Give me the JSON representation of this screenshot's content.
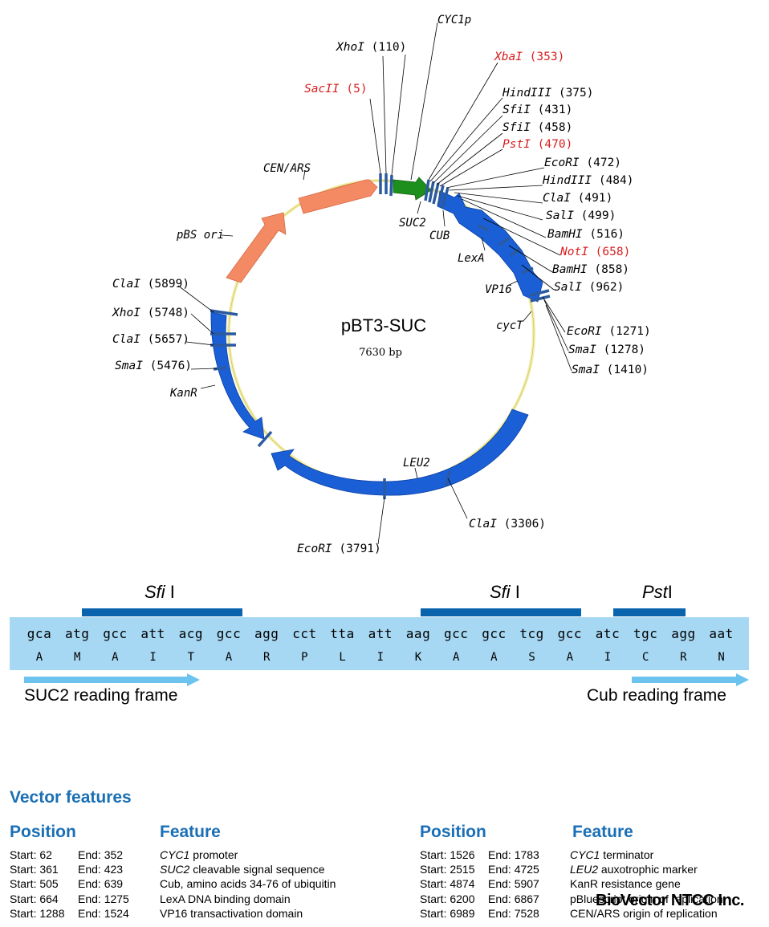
{
  "plasmid": {
    "name": "pBT3-SUC",
    "size_label": "7630 bp"
  },
  "features_on_map": [
    {
      "id": "cen",
      "label": "CEN/ARS",
      "color": "#f48a64"
    },
    {
      "id": "pbs",
      "label": "pBS ori",
      "color": "#f48a64"
    },
    {
      "id": "cyc1p",
      "label": "CYC1p",
      "color": "#000000"
    },
    {
      "id": "suc2",
      "label": "SUC2",
      "color": "#1a8a1a"
    },
    {
      "id": "cub",
      "label": "CUB",
      "color": "#1a5fd6"
    },
    {
      "id": "lexa",
      "label": "LexA",
      "color": "#1a5fd6"
    },
    {
      "id": "vp16",
      "label": "VP16",
      "color": "#1a5fd6"
    },
    {
      "id": "cyct",
      "label": "cycT",
      "color": "#1a5fd6"
    },
    {
      "id": "leu2",
      "label": "LEU2",
      "color": "#1a5fd6"
    },
    {
      "id": "kanr",
      "label": "KanR",
      "color": "#1a5fd6"
    }
  ],
  "restriction_sites": [
    {
      "enzyme": "SacII",
      "pos": "(5)",
      "unique": true
    },
    {
      "enzyme": "XhoI",
      "pos": "(110)",
      "unique": false
    },
    {
      "enzyme": "XbaI",
      "pos": "(353)",
      "unique": true
    },
    {
      "enzyme": "HindIII",
      "pos": "(375)",
      "unique": false
    },
    {
      "enzyme": "SfiI",
      "pos": "(431)",
      "unique": false
    },
    {
      "enzyme": "SfiI",
      "pos": "(458)",
      "unique": false
    },
    {
      "enzyme": "PstI",
      "pos": "(470)",
      "unique": true
    },
    {
      "enzyme": "EcoRI",
      "pos": "(472)",
      "unique": false
    },
    {
      "enzyme": "HindIII",
      "pos": "(484)",
      "unique": false
    },
    {
      "enzyme": "ClaI",
      "pos": "(491)",
      "unique": false
    },
    {
      "enzyme": "SalI",
      "pos": "(499)",
      "unique": false
    },
    {
      "enzyme": "BamHI",
      "pos": "(516)",
      "unique": false
    },
    {
      "enzyme": "NotI",
      "pos": "(658)",
      "unique": true
    },
    {
      "enzyme": "BamHI",
      "pos": "(858)",
      "unique": false
    },
    {
      "enzyme": "SalI",
      "pos": "(962)",
      "unique": false
    },
    {
      "enzyme": "EcoRI",
      "pos": "(1271)",
      "unique": false
    },
    {
      "enzyme": "SmaI",
      "pos": "(1278)",
      "unique": false
    },
    {
      "enzyme": "SmaI",
      "pos": "(1410)",
      "unique": false
    },
    {
      "enzyme": "ClaI",
      "pos": "(3306)",
      "unique": false
    },
    {
      "enzyme": "EcoRI",
      "pos": "(3791)",
      "unique": false
    },
    {
      "enzyme": "SmaI",
      "pos": "(5476)",
      "unique": false
    },
    {
      "enzyme": "ClaI",
      "pos": "(5657)",
      "unique": false
    },
    {
      "enzyme": "XhoI",
      "pos": "(5748)",
      "unique": false
    },
    {
      "enzyme": "ClaI",
      "pos": "(5899)",
      "unique": false
    }
  ],
  "sequence": {
    "enzyme_labels": [
      {
        "italic": "Sfi",
        "plain": " I"
      },
      {
        "italic": "Sfi",
        "plain": " I"
      },
      {
        "italic": "Pst",
        "plain": "I"
      }
    ],
    "codons": [
      "gca",
      "atg",
      "gcc",
      "att",
      "acg",
      "gcc",
      "agg",
      "cct",
      "tta",
      "att",
      "aag",
      "gcc",
      "gcc",
      "tcg",
      "gcc",
      "atc",
      "tgc",
      "agg",
      "aat"
    ],
    "amino_acids": [
      "A",
      "M",
      "A",
      "I",
      "T",
      "A",
      "R",
      "P",
      "L",
      "I",
      "K",
      "A",
      "A",
      "S",
      "A",
      "I",
      "C",
      "R",
      "N"
    ],
    "left_frame": "SUC2 reading frame",
    "right_frame": "Cub reading frame"
  },
  "vector_features": {
    "title": "Vector features",
    "position_header": "Position",
    "feature_header": "Feature",
    "left": [
      {
        "start": "Start: 62",
        "end": "End: 352",
        "italic": "CYC1",
        "text": " promoter"
      },
      {
        "start": "Start: 361",
        "end": "End: 423",
        "italic": "SUC2",
        "text": " cleavable signal sequence"
      },
      {
        "start": "Start: 505",
        "end": "End: 639",
        "italic": "",
        "text": "Cub, amino acids 34-76 of ubiquitin"
      },
      {
        "start": "Start: 664",
        "end": "End: 1275",
        "italic": "",
        "text": "LexA DNA binding domain"
      },
      {
        "start": "Start: 1288",
        "end": "End: 1524",
        "italic": "",
        "text": "VP16 transactivation domain"
      }
    ],
    "right": [
      {
        "start": "Start: 1526",
        "end": "End: 1783",
        "italic": "CYC1",
        "text": " terminator"
      },
      {
        "start": "Start: 2515",
        "end": "End: 4725",
        "italic": "LEU2",
        "text": " auxotrophic marker"
      },
      {
        "start": "Start: 4874",
        "end": "End: 5907",
        "italic": "",
        "text": "KanR resistance gene"
      },
      {
        "start": "Start: 6200",
        "end": "End: 6867",
        "italic": "",
        "text": "pBluescript origin of replication"
      },
      {
        "start": "Start: 6989",
        "end": "End: 7528",
        "italic": "",
        "text": "CEN/ARS origin of replication"
      }
    ]
  },
  "brand": "BioVector NTCC Inc."
}
